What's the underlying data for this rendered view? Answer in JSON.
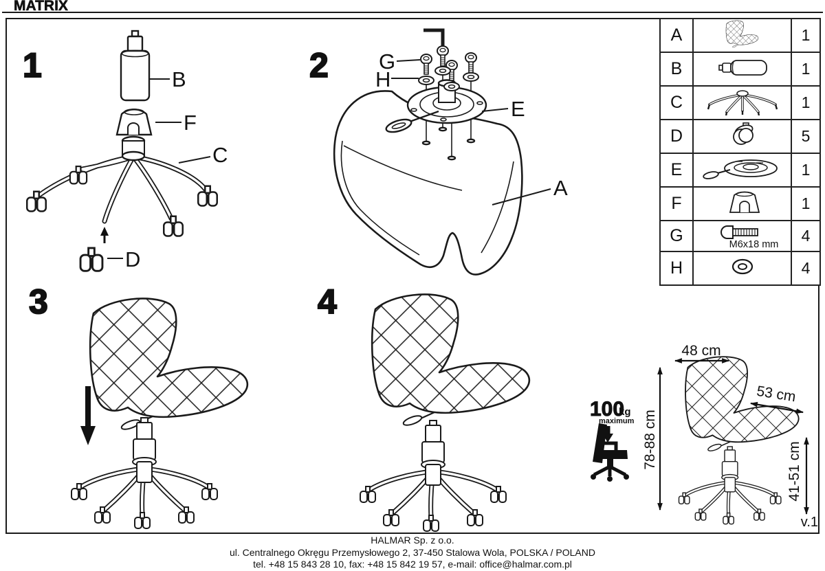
{
  "title": "MATRIX",
  "steps": {
    "one": "1",
    "two": "2",
    "three": "3",
    "four": "4"
  },
  "part_labels": {
    "a": "A",
    "b": "B",
    "c": "C",
    "d": "D",
    "e": "E",
    "f": "F",
    "g": "G",
    "h": "H"
  },
  "parts_table": {
    "rows": [
      {
        "letter": "A",
        "icon": "seat-shell-icon",
        "qty": "1"
      },
      {
        "letter": "B",
        "icon": "gas-lift-icon",
        "qty": "1"
      },
      {
        "letter": "C",
        "icon": "star-base-icon",
        "qty": "1"
      },
      {
        "letter": "D",
        "icon": "caster-icon",
        "qty": "5"
      },
      {
        "letter": "E",
        "icon": "mechanism-plate-icon",
        "qty": "1"
      },
      {
        "letter": "F",
        "icon": "cone-cover-icon",
        "qty": "1"
      },
      {
        "letter": "G",
        "icon": "bolt-icon",
        "qty": "4",
        "note": "M6x18 mm"
      },
      {
        "letter": "H",
        "icon": "washer-icon",
        "qty": "4"
      }
    ]
  },
  "dimensions": {
    "back_width": "48 cm",
    "seat_depth": "53 cm",
    "total_height": "78-88 cm",
    "seat_height": "41-51 cm"
  },
  "max_load": {
    "value": "100",
    "unit": "kg",
    "note": "maximum"
  },
  "version": "v.1",
  "line_color": "#1a1a1a",
  "footer": {
    "company": "HALMAR Sp. z o.o.",
    "address": "ul. Centralnego Okręgu Przemysłowego 2, 37-450 Stalowa Wola, POLSKA / POLAND",
    "contact": "tel. +48 15 843 28 10, fax: +48 15 842 19 57, e-mail: office@halmar.com.pl"
  }
}
